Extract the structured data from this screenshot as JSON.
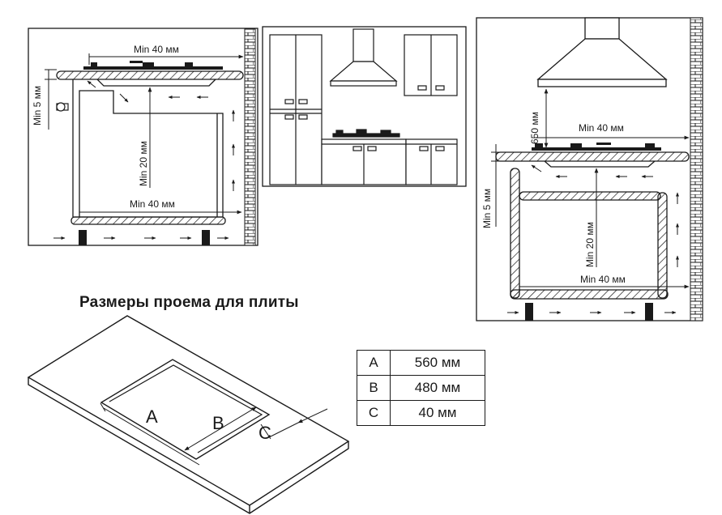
{
  "labels": {
    "left": {
      "top_width": "Min 40 мм",
      "side_gap": "Min 5 мм",
      "vertical_gap": "Min 20 мм",
      "bottom_width": "Min 40 мм"
    },
    "right": {
      "hood_height": "650 мм",
      "top_width": "Min 40 мм",
      "side_gap": "Min 5 мм",
      "vertical_gap": "Min 20 мм",
      "bottom_width": "Min 40 мм"
    }
  },
  "cutout": {
    "title": "Размеры проема для плиты",
    "letter_a": "A",
    "letter_b": "B",
    "letter_c": "C",
    "rows": [
      {
        "key": "A",
        "value": "560 мм"
      },
      {
        "key": "B",
        "value": "480 мм"
      },
      {
        "key": "C",
        "value": "40 мм"
      }
    ]
  }
}
